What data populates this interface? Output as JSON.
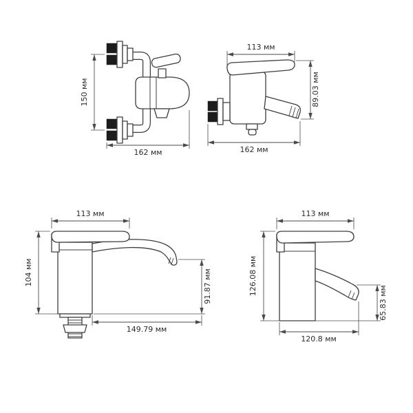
{
  "views": {
    "bath_front": {
      "dim_height": "150 мм",
      "dim_width": "162 мм"
    },
    "bath_side": {
      "dim_width_top": "113 мм",
      "dim_height": "89.03 мм",
      "dim_depth": "162 мм"
    },
    "kitchen_side": {
      "dim_width_top": "113 мм",
      "dim_height": "104 мм",
      "dim_spout_height": "91.87 мм",
      "dim_reach": "149.79 мм"
    },
    "basin_side": {
      "dim_width_top": "113 мм",
      "dim_height": "126.08 мм",
      "dim_spout_height": "65.83 мм",
      "dim_reach": "120.8 мм"
    }
  }
}
